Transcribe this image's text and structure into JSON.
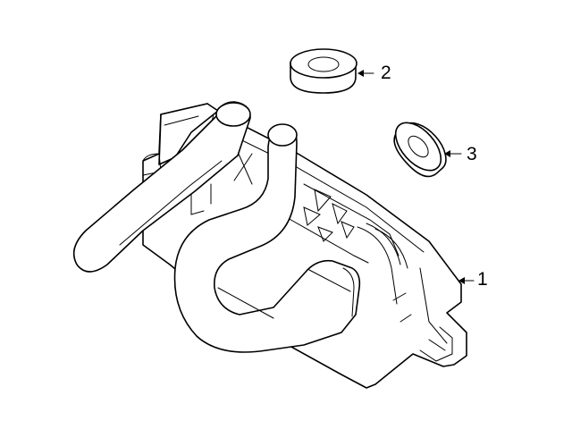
{
  "diagram": {
    "type": "exploded-parts-diagram",
    "background": "#ffffff",
    "line_color": "#000000",
    "parts": [
      {
        "id": "part-1",
        "callout": "1",
        "depiction": "heater-core-with-pipes"
      },
      {
        "id": "part-2",
        "callout": "2",
        "depiction": "grommet-flat"
      },
      {
        "id": "part-3",
        "callout": "3",
        "depiction": "grommet-angled"
      }
    ]
  },
  "callouts": {
    "c1": "1",
    "c2": "2",
    "c3": "3"
  }
}
